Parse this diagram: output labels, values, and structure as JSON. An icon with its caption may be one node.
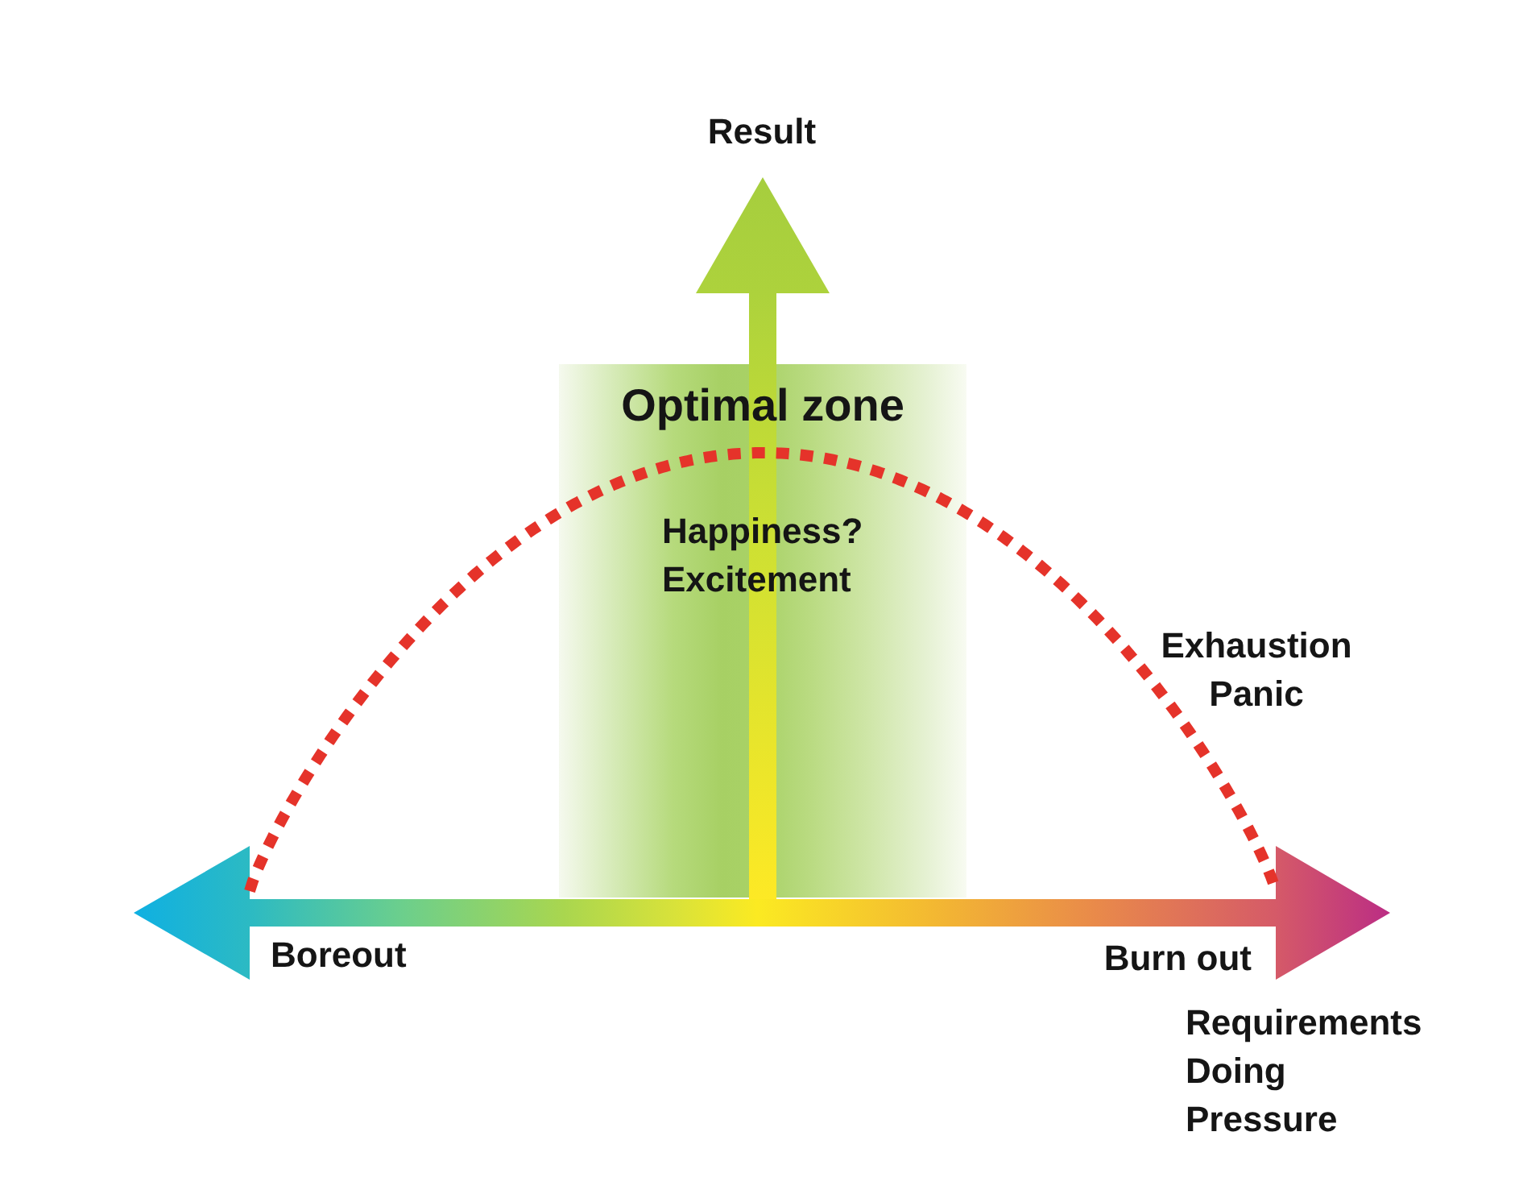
{
  "diagram": {
    "nodes": [
      {
        "text": [
          "Optimal zone",
          "Happiness? Excitement"
        ]
      }
    ],
    "labels": [
      "Result",
      "Exhaustion Panic",
      "Boreout",
      "Burn out",
      "Requirements Doing Pressure"
    ]
  }
}
